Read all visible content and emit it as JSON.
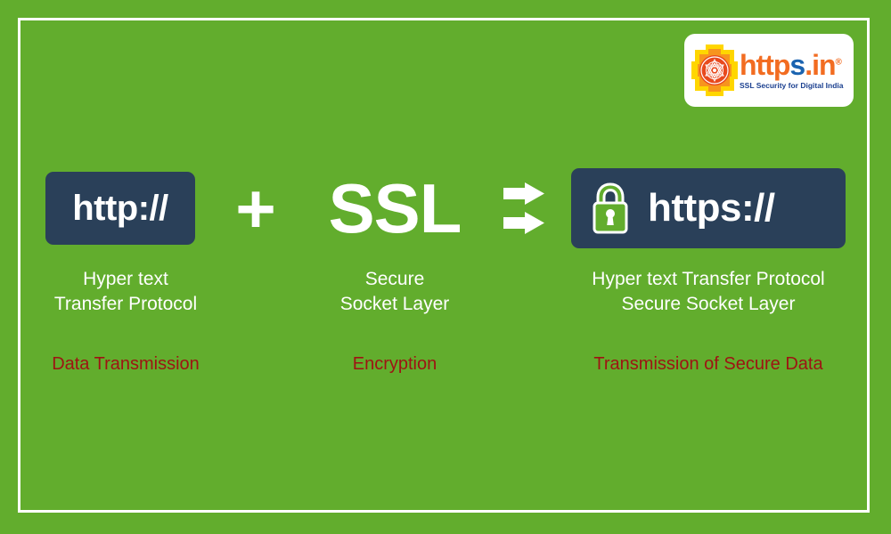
{
  "background_color": "#62ad2d",
  "frame_color": "#ffffff",
  "box_color": "#2a4059",
  "accent_red": "#9e1313",
  "logo": {
    "mark": "sri-yantra-mandala-icon",
    "wordmark_part1": "http",
    "wordmark_part2": "s",
    "wordmark_part3": ".in",
    "wordmark_tm": "®",
    "tagline": "SSL Security for Digital India",
    "wordmark_color_primary": "#f26c21",
    "wordmark_color_secondary": "#1a63b0",
    "tagline_color": "#1a3f8f"
  },
  "diagram": {
    "type": "equation",
    "operator_plus": "+",
    "operator_arrow": "double-right-arrow-icon",
    "lock_icon": "padlock-icon",
    "terms": [
      {
        "id": "http",
        "box_label": "http://",
        "caption": "Hyper text\nTransfer Protocol",
        "sub_label": "Data Transmission"
      },
      {
        "id": "ssl",
        "box_label": "SSL",
        "caption": "Secure\nSocket Layer",
        "sub_label": "Encryption"
      },
      {
        "id": "https",
        "box_label": "https://",
        "caption": "Hyper text Transfer Protocol\nSecure Socket Layer",
        "sub_label": "Transmission of Secure Data"
      }
    ]
  }
}
